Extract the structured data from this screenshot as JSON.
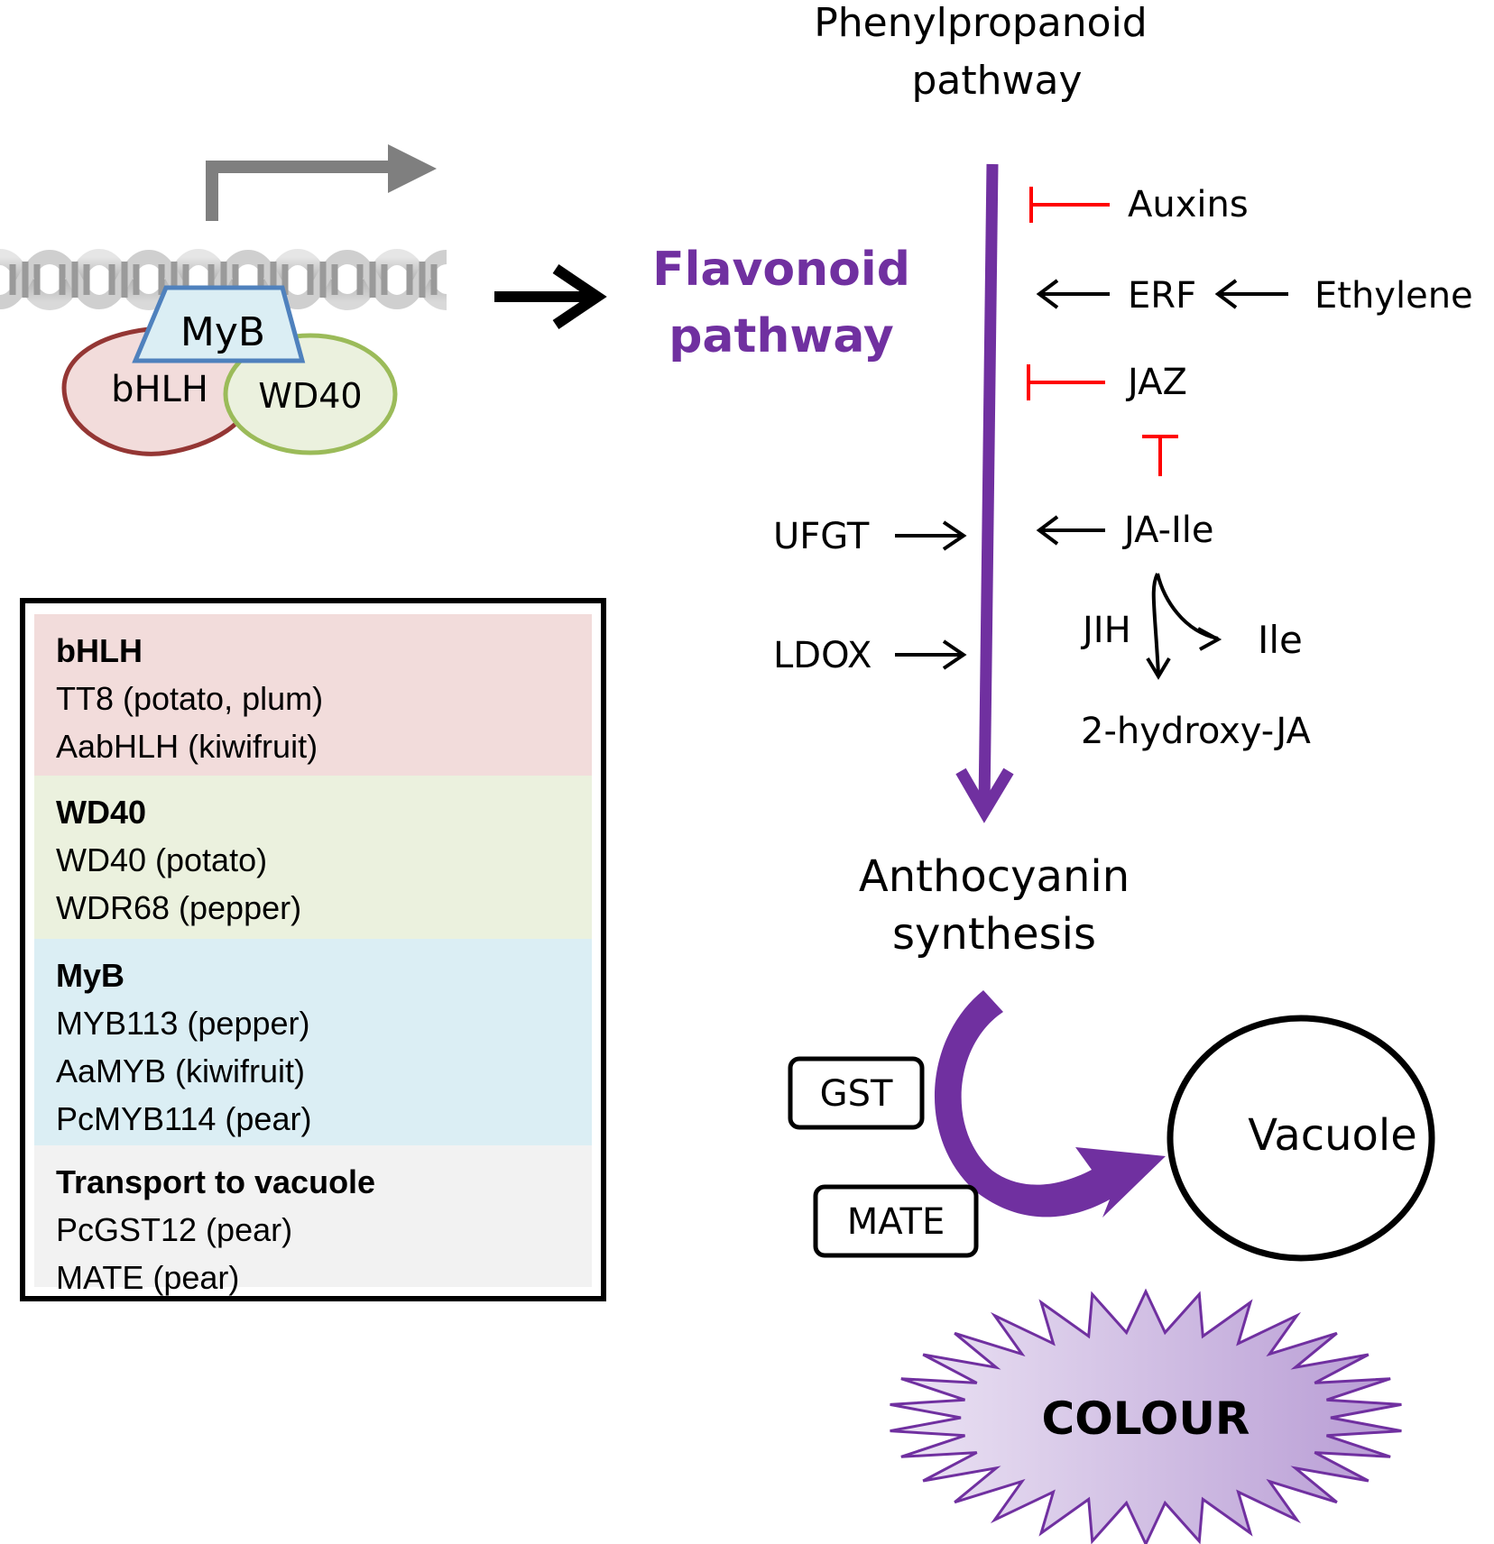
{
  "complex": {
    "myb": "MyB",
    "bhlh": "bHLH",
    "wd40": "WD40"
  },
  "pathway": {
    "top_line1": "Phenylpropanoid",
    "top_line2": "pathway",
    "flavonoid_line1": "Flavonoid",
    "flavonoid_line2": "pathway",
    "bottom_line1": "Anthocyanin",
    "bottom_line2": "synthesis"
  },
  "regulators": {
    "auxins": "Auxins",
    "erf": "ERF",
    "ethylene": "Ethylene",
    "jaz": "JAZ",
    "ja_ile": "JA-Ile",
    "jih": "JIH",
    "ile": "Ile",
    "hydroxy": "2-hydroxy-JA",
    "ufgt": "UFGT",
    "ldox": "LDOX"
  },
  "transport": {
    "gst": "GST",
    "mate": "MATE",
    "vacuole": "Vacuole",
    "colour": "COLOUR"
  },
  "legend": {
    "sections": [
      {
        "title": "bHLH",
        "items": [
          "TT8 (potato, plum)",
          "AabHLH (kiwifruit)"
        ]
      },
      {
        "title": "WD40",
        "items": [
          "WD40 (potato)",
          "WDR68 (pepper)"
        ]
      },
      {
        "title": "MyB",
        "items": [
          "MYB113 (pepper)",
          "AaMYB (kiwifruit)",
          "PcMYB114 (pear)"
        ]
      },
      {
        "title": "Transport to vacuole",
        "items": [
          "PcGST12 (pear)",
          "MATE (pear)"
        ]
      }
    ]
  },
  "colors": {
    "pathway_purple": "#7030a0",
    "inhibition_red": "#ff0000",
    "bhlh_fill": "#f2dcdb",
    "wd40_fill": "#ebf1de",
    "myb_fill": "#dbeef4",
    "transport_fill": "#f2f2f2"
  }
}
